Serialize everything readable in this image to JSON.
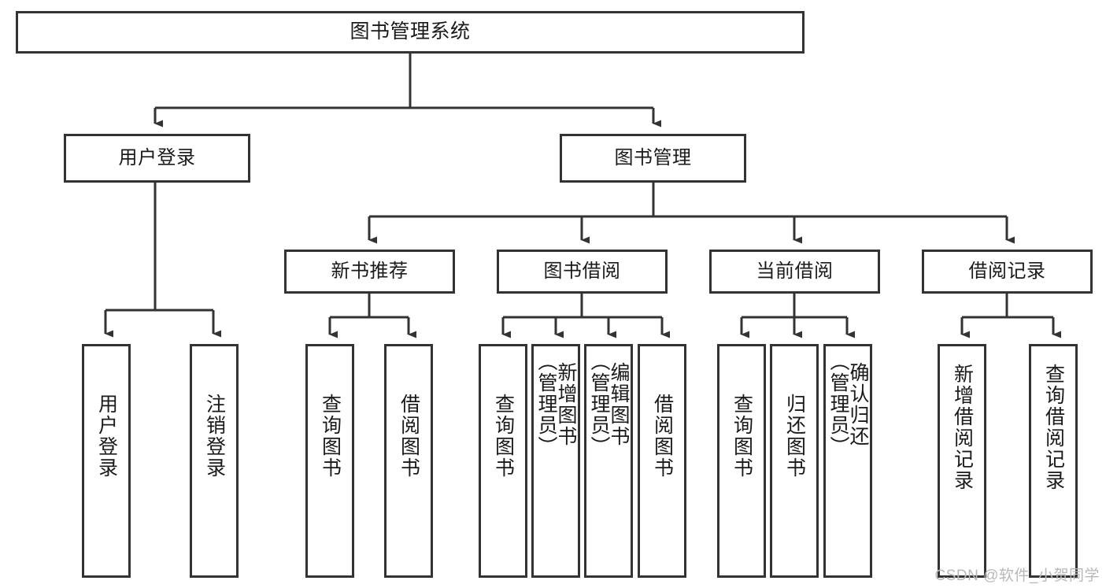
{
  "diagram": {
    "type": "tree-hierarchy",
    "title": "图书管理系统",
    "watermark": "CSDN @软件_小贺同学",
    "colors": {
      "box_border": "#333333",
      "box_fill": "#ffffff",
      "edge": "#333333",
      "text": "#1a1a1a",
      "watermark": "#b8b8b8",
      "background": "#ffffff"
    },
    "levels": {
      "level1": [
        "图书管理系统"
      ],
      "level2": [
        "用户登录",
        "图书管理"
      ],
      "level3": [
        "新书推荐",
        "图书借阅",
        "当前借阅",
        "借阅记录"
      ],
      "level4": [
        "用户登录",
        "注销登录",
        "查询图书",
        "借阅图书",
        "查询图书",
        "新增图书（管理员）",
        "编辑图书（管理员）",
        "借阅图书",
        "查询图书",
        "归还图书",
        "确认归还（管理员）",
        "新增借阅记录",
        "查询借阅记录"
      ]
    },
    "nodes": {
      "root": {
        "label": "图书管理系统"
      },
      "user_login": {
        "label": "用户登录"
      },
      "book_mgmt": {
        "label": "图书管理"
      },
      "new_book_rec": {
        "label": "新书推荐"
      },
      "book_borrow": {
        "label": "图书借阅"
      },
      "current_borrow": {
        "label": "当前借阅"
      },
      "borrow_record": {
        "label": "借阅记录"
      },
      "leaf_user_login": {
        "label": "用户登录"
      },
      "leaf_logout": {
        "label": "注销登录"
      },
      "leaf_query_book_1": {
        "label": "查询图书"
      },
      "leaf_borrow_book_1": {
        "label": "借阅图书"
      },
      "leaf_query_book_2": {
        "label": "查询图书"
      },
      "leaf_add_book": {
        "label": "新增图书\n（管理员）"
      },
      "leaf_edit_book": {
        "label": "编辑图书\n（管理员）"
      },
      "leaf_borrow_book_2": {
        "label": "借阅图书"
      },
      "leaf_query_book_3": {
        "label": "查询图书"
      },
      "leaf_return_book": {
        "label": "归还图书"
      },
      "leaf_confirm_return": {
        "label": "确认归还\n（管理员）"
      },
      "leaf_add_record": {
        "label": "新增借阅记录"
      },
      "leaf_query_record": {
        "label": "查询借阅记录"
      }
    }
  }
}
